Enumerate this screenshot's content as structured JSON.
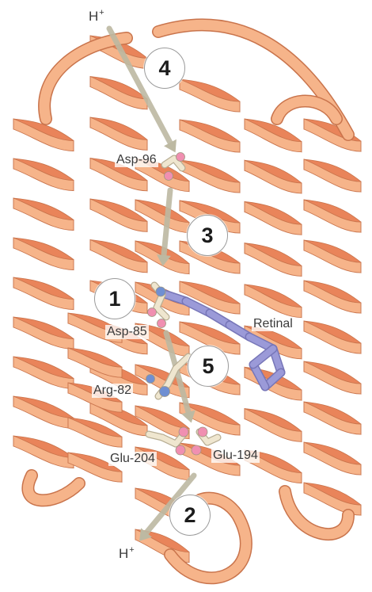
{
  "labels": {
    "proton_in": "H",
    "proton_out": "H",
    "charge": "+",
    "asp96": "Asp-96",
    "asp85": "Asp-85",
    "arg82": "Arg-82",
    "glu204": "Glu-204",
    "glu194": "Glu-194",
    "retinal": "Retinal"
  },
  "steps": [
    "1",
    "2",
    "3",
    "4",
    "5"
  ],
  "colors": {
    "helix_front": "#f6b48a",
    "helix_back": "#e9845a",
    "helix_edge": "#c9744c",
    "arrow": "#bdb9a2",
    "retinal": "#9b9ad8",
    "residue_light": "#efe6cf",
    "oxygen": "#f08fb1",
    "nitrogen": "#6f8fd2"
  }
}
